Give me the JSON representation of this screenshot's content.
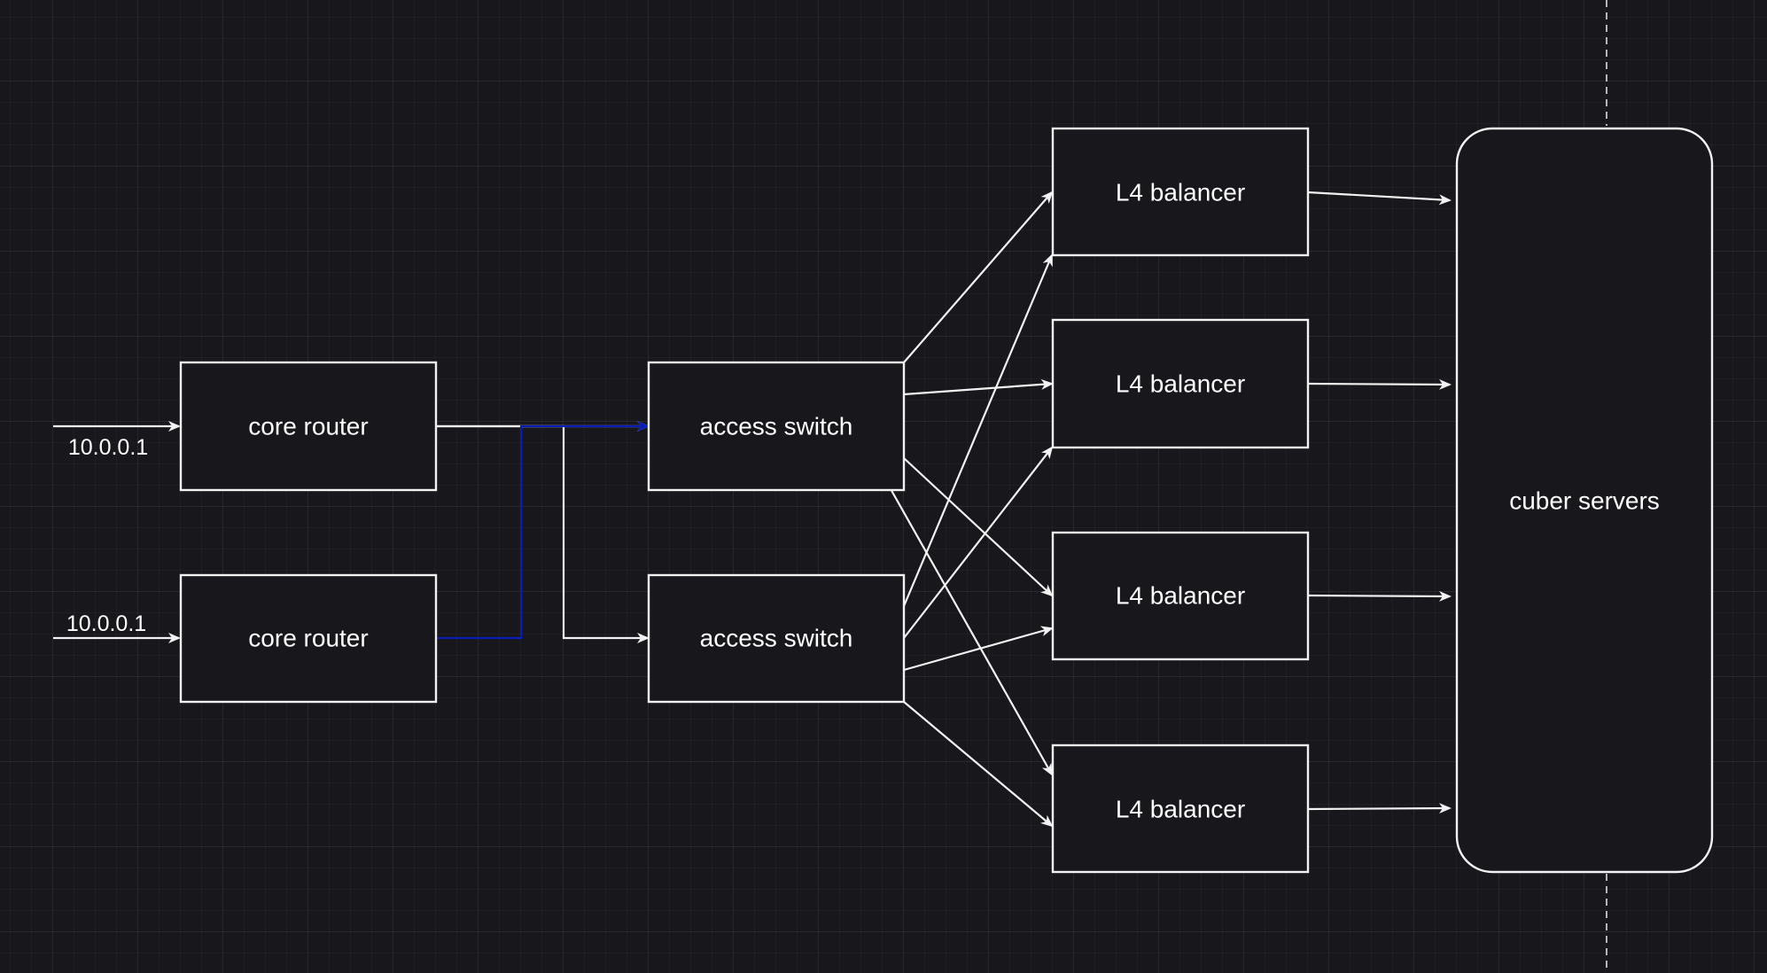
{
  "colors": {
    "background": "#18171c",
    "grid": "#2f2e34",
    "stroke": "#f2f2f2",
    "highlight": "#0b1db8",
    "text": "#ffffff"
  },
  "nodes": {
    "core_router_1": "core router",
    "core_router_2": "core router",
    "access_switch_1": "access switch",
    "access_switch_2": "access switch",
    "l4_balancer_1": "L4 balancer",
    "l4_balancer_2": "L4 balancer",
    "l4_balancer_3": "L4 balancer",
    "l4_balancer_4": "L4 balancer",
    "cuber_servers": "cuber servers"
  },
  "edge_labels": {
    "ingress_1": "10.0.0.1",
    "ingress_2": "10.0.0.1"
  }
}
